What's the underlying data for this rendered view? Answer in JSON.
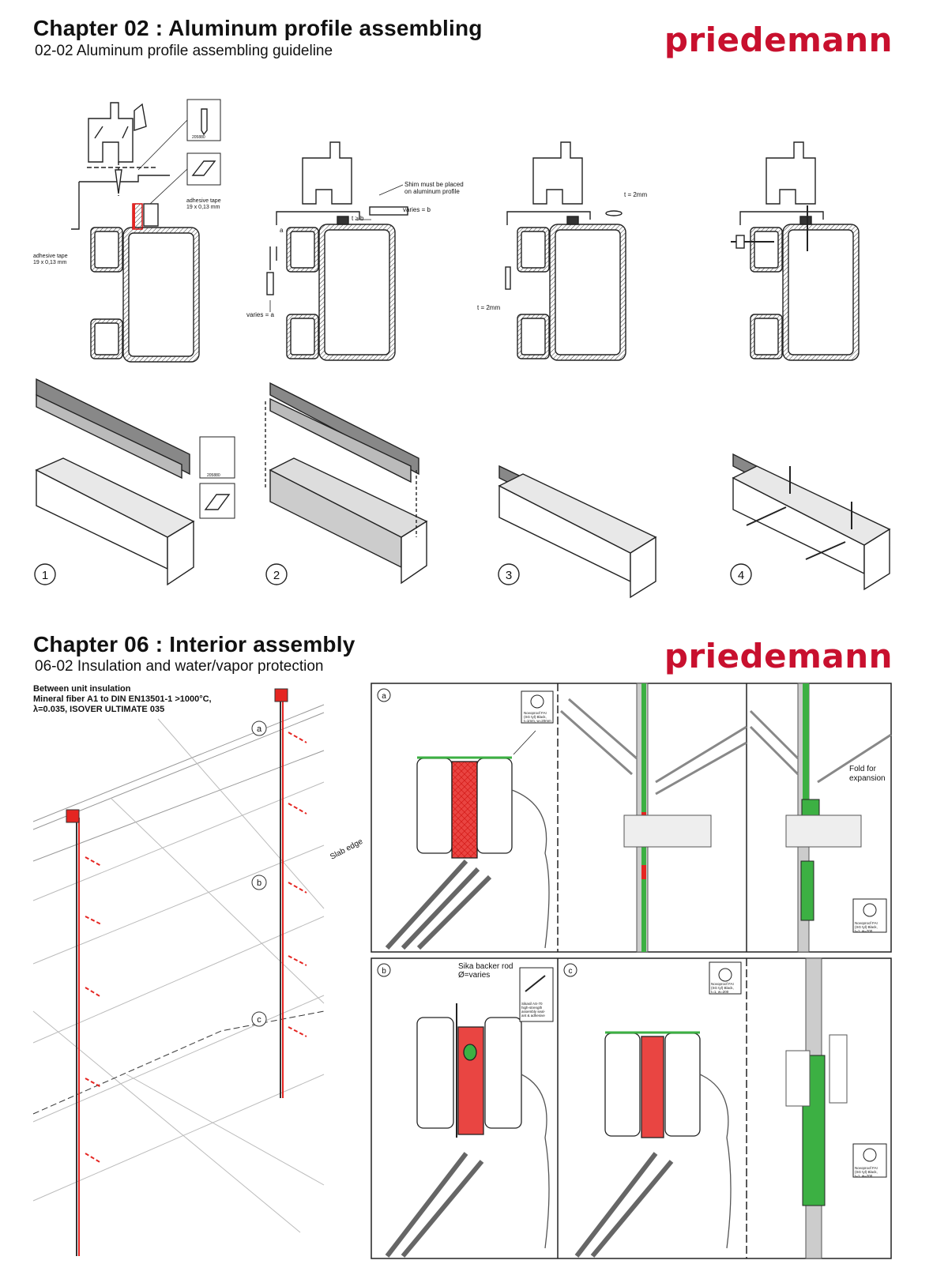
{
  "brand": {
    "name": "priedemann",
    "color": "#c8102e"
  },
  "colors": {
    "insulation": "#e52521",
    "membrane": "#3cb043",
    "line": "#222222"
  },
  "sheet1": {
    "title": "Chapter 02 : Aluminum profile assembling",
    "subtitle": "02-02 Aluminum profile assembling guideline",
    "annotations": {
      "screw_code": "205880",
      "tape_top": "adhesive tape",
      "tape_top_dim": "19 x 0,13 mm",
      "tape_left": "adhesive tape",
      "tape_left_dim": "19 x 0,13 mm",
      "shim_note_1": "Shim must be placed",
      "shim_note_2": "on aluminum profile",
      "varies_b": "varies = b",
      "t_b": "t ≥ b",
      "a_label": "a",
      "varies_a": "varies = a",
      "t2_right": "t = 2mm",
      "t2_left": "t = 2mm",
      "screw_code_2": "205880"
    },
    "steps": [
      "1",
      "2",
      "3",
      "4"
    ]
  },
  "sheet2": {
    "title": "Chapter 06 : Interior assembly",
    "subtitle": "06-02 Insulation and water/vapor protection",
    "insulation_note": [
      "Between unit insulation",
      "Mineral fiber A1 to DIN EN13501-1 >1000°C,",
      "λ=0.035, ISOVER ULTIMATE 035"
    ],
    "callouts": [
      "a",
      "b",
      "c"
    ],
    "slab_edge": "Slab edge",
    "panel_labels": [
      "a",
      "b",
      "c"
    ],
    "tape_box_a": [
      "Novoproof FAI",
      "(SG tyl) Black,",
      "t=1mm, w=20mm"
    ],
    "fold_note_1": "Fold for",
    "fold_note_2": "expansion",
    "tape_box_a2": [
      "Novoproof FAI",
      "(SG tyl) Black,",
      "t=1, w=200"
    ],
    "backer_rod_1": "Sika backer rod",
    "backer_rod_2": "Ø=varies",
    "sikasil_box": [
      "Sikasil AS-70",
      "high-strength",
      "assembly seal-",
      "ant & adhesive"
    ],
    "tape_box_c": [
      "Novoproof FAI",
      "(SG tyl) Black,",
      "t=1, w=200"
    ],
    "tape_box_c2": [
      "Novoproof FAI",
      "(SG tyl) Black,",
      "t=1, w=200"
    ]
  }
}
